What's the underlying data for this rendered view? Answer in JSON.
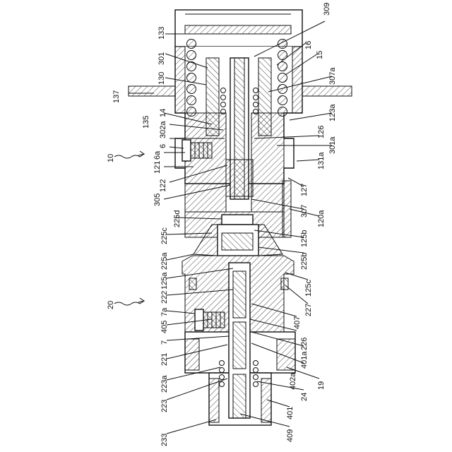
{
  "figure": {
    "assembly_labels": [
      "10",
      "20"
    ],
    "reference_numerals": [
      "309",
      "133",
      "16",
      "15",
      "301",
      "307a",
      "130",
      "137",
      "123a",
      "135",
      "14",
      "302a",
      "126",
      "301a",
      "6",
      "6a",
      "131a",
      "121",
      "122",
      "127",
      "305",
      "307",
      "225d",
      "120a",
      "225c",
      "125b",
      "225b",
      "225a",
      "125a",
      "125c",
      "222",
      "227",
      "7a",
      "407",
      "405",
      "226",
      "7",
      "401a",
      "221",
      "402a",
      "223a",
      "19",
      "24",
      "223",
      "401",
      "233",
      "409"
    ]
  }
}
